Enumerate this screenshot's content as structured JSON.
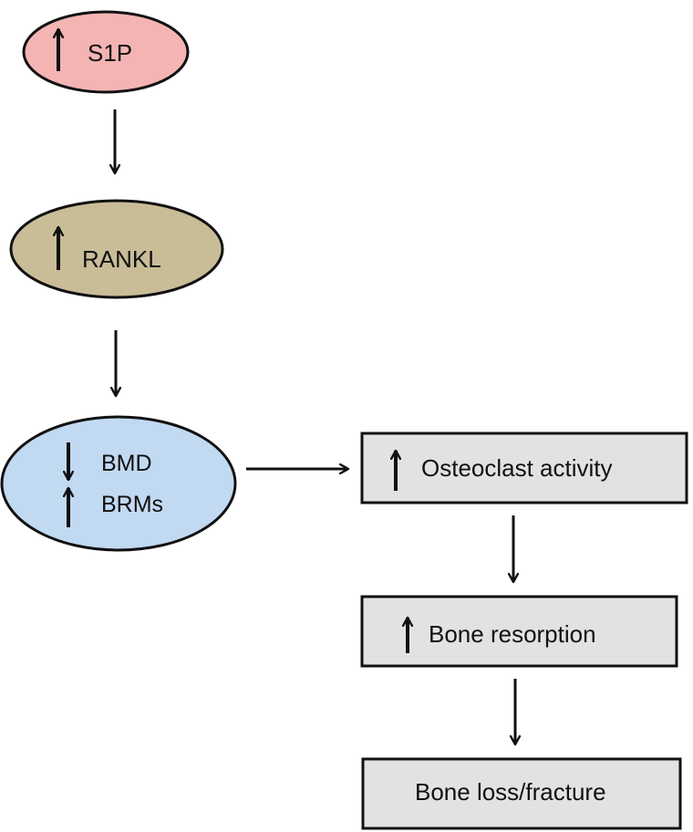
{
  "diagram": {
    "nodes": {
      "s1p": {
        "label": "S1P",
        "fill": "#f4b4b4",
        "indicator": "up"
      },
      "rankl": {
        "label": "RANKL",
        "fill": "#c9bd98",
        "indicator": "up"
      },
      "bone_markers": {
        "fill": "#c2d9f2",
        "lines": [
          {
            "label": "BMD",
            "indicator": "down"
          },
          {
            "label": "BRMs",
            "indicator": "up"
          }
        ]
      },
      "osteoclast": {
        "label": "Osteoclast activity",
        "fill": "#e2e2e2",
        "indicator": "up"
      },
      "resorption": {
        "label": "Bone resorption",
        "fill": "#e2e2e2",
        "indicator": "up"
      },
      "outcome": {
        "label": "Bone loss/fracture",
        "fill": "#e2e2e2"
      }
    },
    "edges": [
      {
        "from": "s1p",
        "to": "rankl"
      },
      {
        "from": "rankl",
        "to": "bone_markers"
      },
      {
        "from": "bone_markers",
        "to": "osteoclast"
      },
      {
        "from": "osteoclast",
        "to": "resorption"
      },
      {
        "from": "resorption",
        "to": "outcome"
      }
    ],
    "stroke_color": "#111111"
  }
}
